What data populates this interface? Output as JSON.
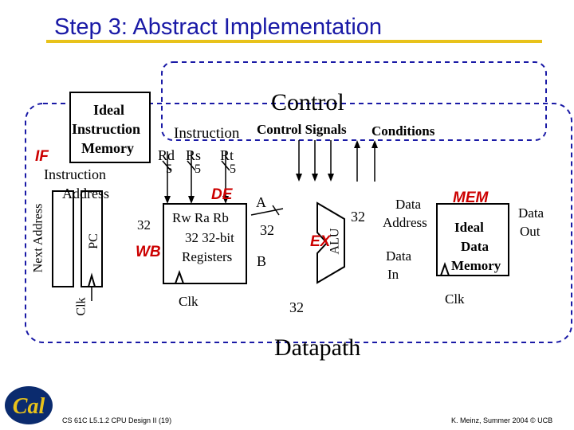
{
  "title": "Step 3: Abstract Implementation",
  "colors": {
    "title": "#1a1aa6",
    "underline": "#e8c21a",
    "stage_label": "#cc0000",
    "outline": "#1a1aa6"
  },
  "control": {
    "label": "Control",
    "signals_label": "Control Signals",
    "conditions_label": "Conditions"
  },
  "datapath_label": "Datapath",
  "stages": {
    "if": "IF",
    "de": "DE",
    "ex": "EX",
    "mem": "MEM",
    "wb": "WB"
  },
  "imem": {
    "line1": "Ideal",
    "line2": "Instruction",
    "line3": "Memory",
    "addr1": "Instruction",
    "addr2": "Address"
  },
  "next_address": "Next Address",
  "pc": "PC",
  "clk": "Clk",
  "instruction": {
    "label": "Instruction",
    "rd": "Rd",
    "rs": "Rs",
    "rt": "Rt",
    "w_rd": "5",
    "w_rs": "5",
    "w_rt": "5"
  },
  "regfile": {
    "ports": "Rw Ra Rb",
    "desc": "32 32-bit",
    "name": "Registers",
    "in_width": "32"
  },
  "alu": {
    "label": "ALU",
    "a": "A",
    "b": "B",
    "width_a": "32",
    "width_out": "32",
    "width_b": "32"
  },
  "dmem": {
    "addr1": "Data",
    "addr2": "Address",
    "in1": "Data",
    "in2": "In",
    "line1": "Ideal",
    "line2": "Data",
    "line3": "Memory",
    "out1": "Data",
    "out2": "Out"
  },
  "footer": {
    "left": "CS 61C L5.1.2 CPU Design II (19)",
    "right": "K. Meinz, Summer 2004 © UCB",
    "logo": "Cal"
  }
}
